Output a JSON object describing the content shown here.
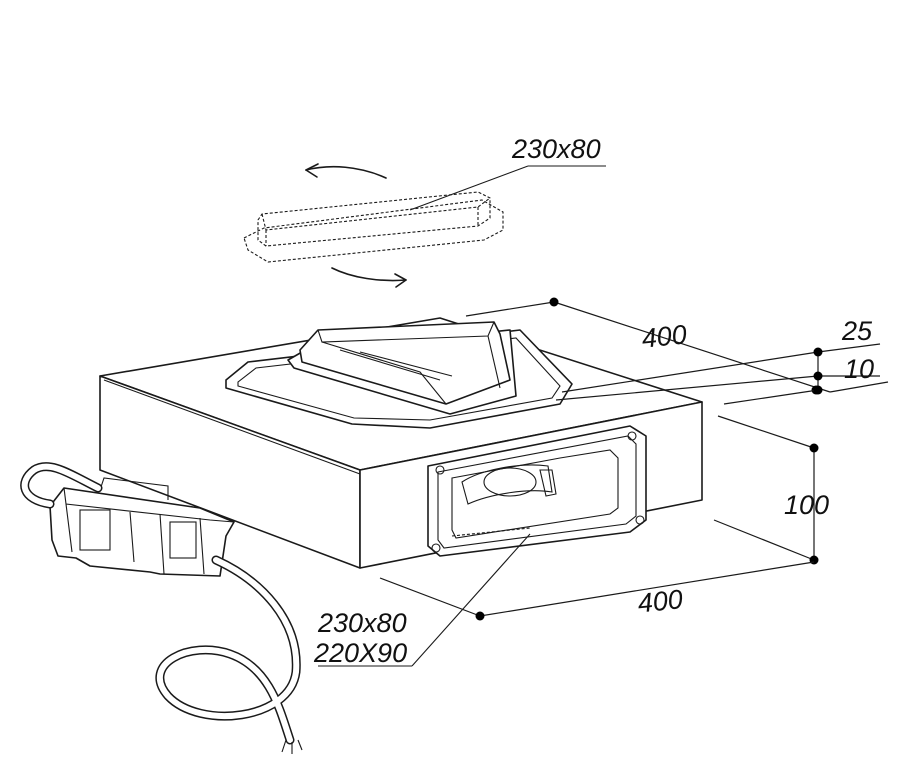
{
  "labels": {
    "top_collar": "230x80",
    "width_top": "400",
    "height_25": "25",
    "height_10": "10",
    "height_100": "100",
    "width_bottom": "400",
    "outlet_a": "230x80",
    "outlet_b": "220X90"
  }
}
